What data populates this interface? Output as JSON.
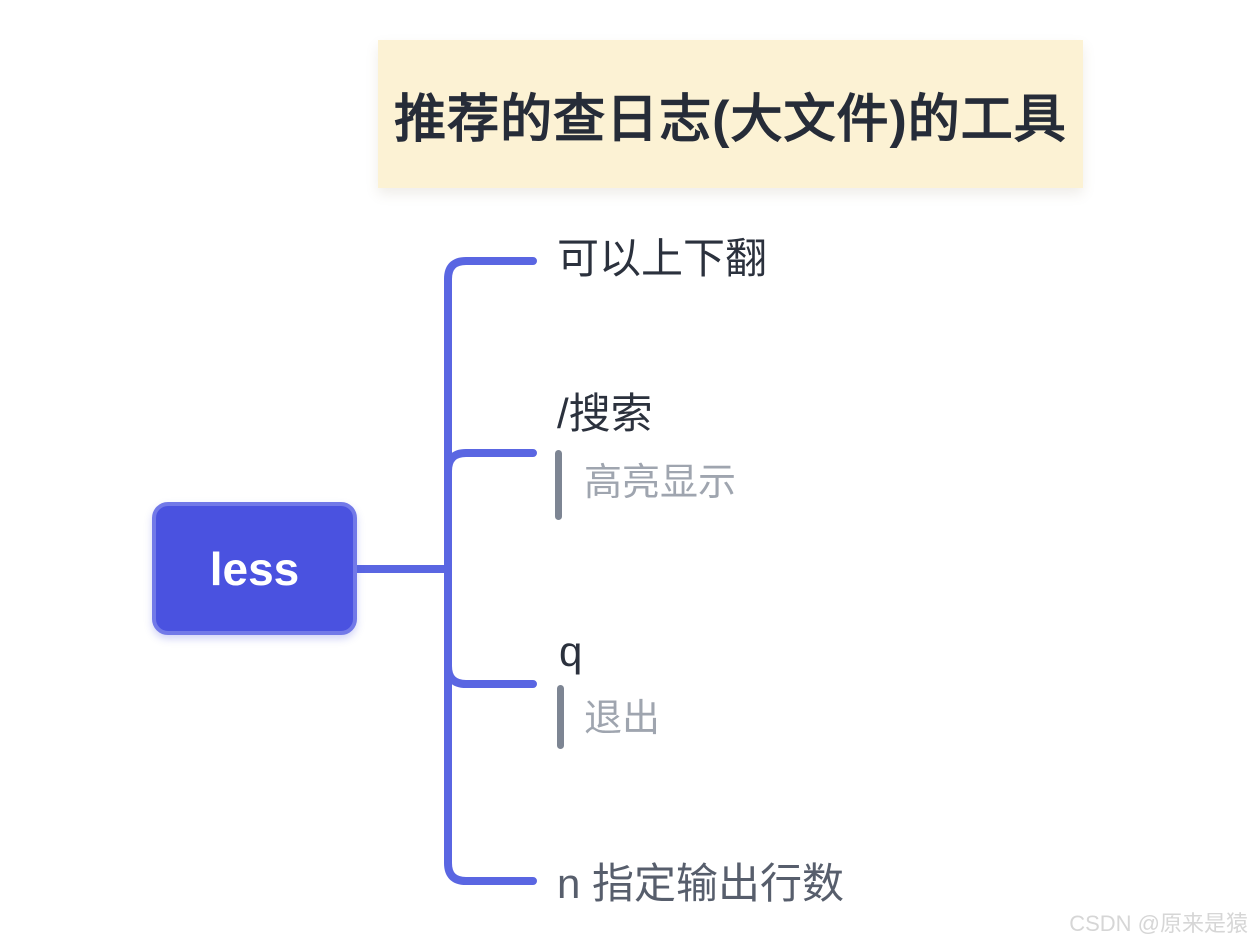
{
  "title": {
    "text": "推荐的查日志(大文件)的工具",
    "bg_color": "#fcf2d4",
    "text_color": "#262c38"
  },
  "root": {
    "label": "less",
    "fill_color": "#4a52e0",
    "border_color": "#7279e8",
    "text_color": "#ffffff"
  },
  "branches": [
    {
      "label": "可以上下翻",
      "children": []
    },
    {
      "label": "/搜索",
      "children": [
        {
          "label": "高亮显示"
        }
      ]
    },
    {
      "label": "q",
      "children": [
        {
          "label": "退出"
        }
      ]
    },
    {
      "label": "n 指定输出行数",
      "children": []
    }
  ],
  "colors": {
    "connector_line": "#5a66e2",
    "main_label_text": "#2b313d",
    "last_label_text": "#575e6c",
    "sub_label_text": "#9fa5af",
    "sub_bar": "#7d8593"
  },
  "watermark": {
    "text": "CSDN @原来是猿"
  }
}
